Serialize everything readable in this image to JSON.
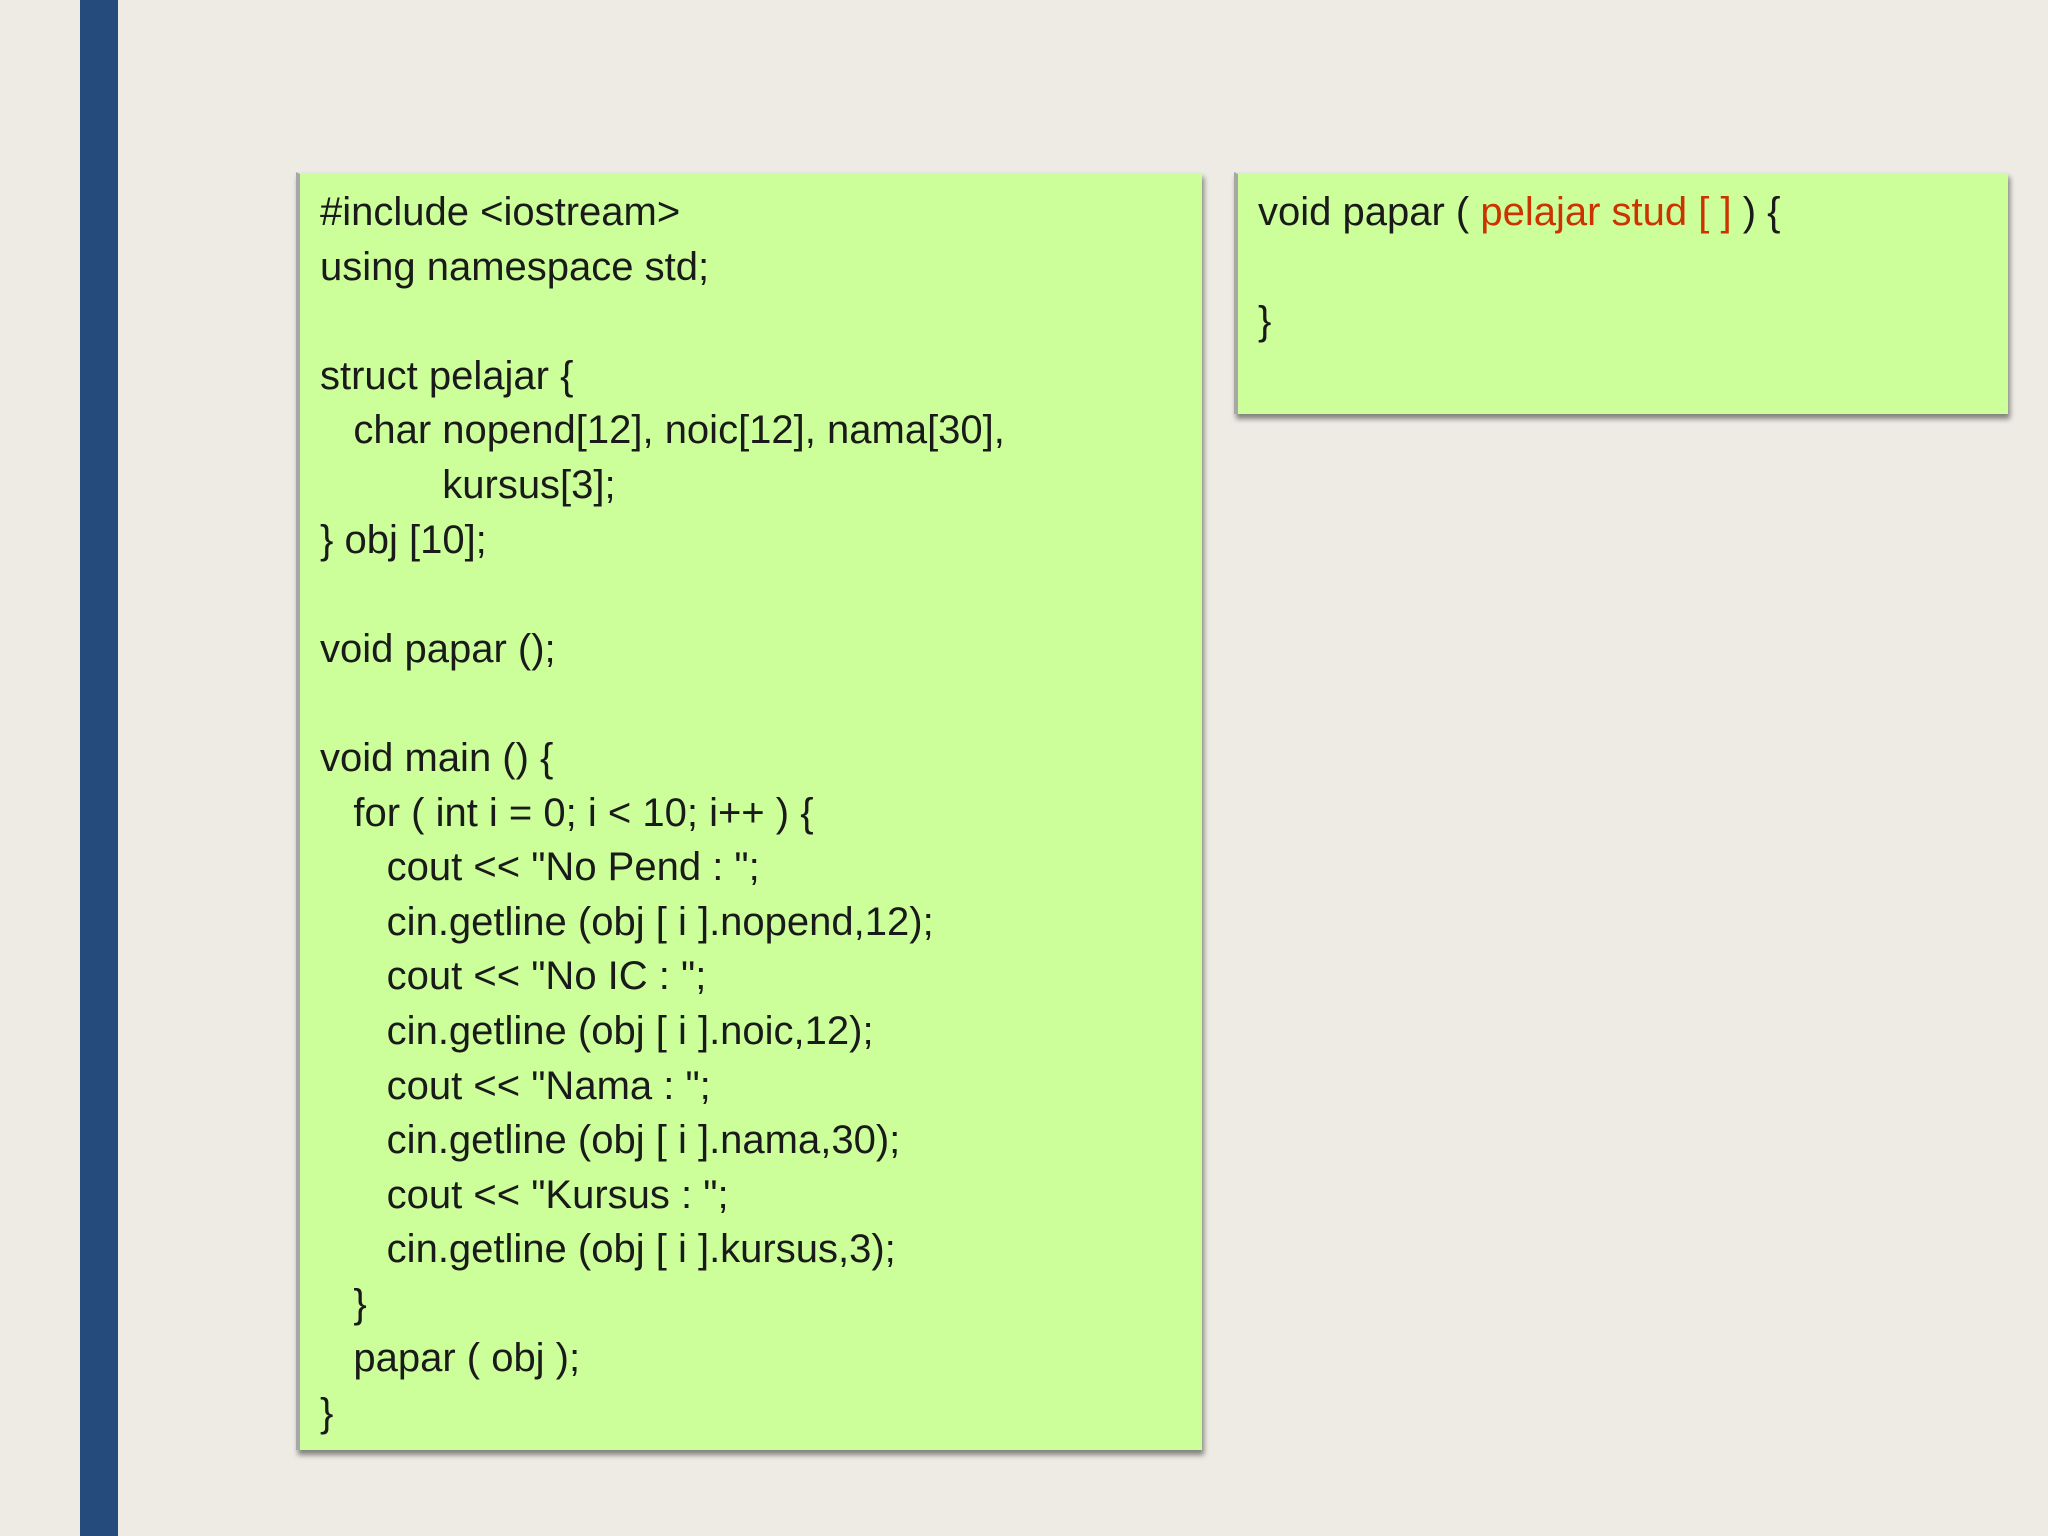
{
  "main_code": {
    "lines": [
      "#include <iostream>",
      "using namespace std;",
      "",
      "struct pelajar {",
      "   char nopend[12], noic[12], nama[30],",
      "           kursus[3];",
      "} obj [10];",
      "",
      "void papar ();",
      "",
      "void main () {",
      "   for ( int i = 0; i < 10; i++ ) {",
      "      cout << \"No Pend : \";",
      "      cin.getline (obj [ i ].nopend,12);",
      "      cout << \"No IC : \";",
      "      cin.getline (obj [ i ].noic,12);",
      "      cout << \"Nama : \";",
      "      cin.getline (obj [ i ].nama,30);",
      "      cout << \"Kursus : \";",
      "      cin.getline (obj [ i ].kursus,3);",
      "   }",
      "   papar ( obj );",
      "}"
    ]
  },
  "side_code": {
    "line1_before": "void papar ( ",
    "line1_highlight": "pelajar stud [ ]",
    "line1_after": " ) {",
    "line2": "",
    "line3": "}",
    "highlight_color": "#cc3300"
  },
  "colors": {
    "background": "#eeebe4",
    "accent_bar": "#244b7c",
    "code_box": "#ccff99"
  }
}
